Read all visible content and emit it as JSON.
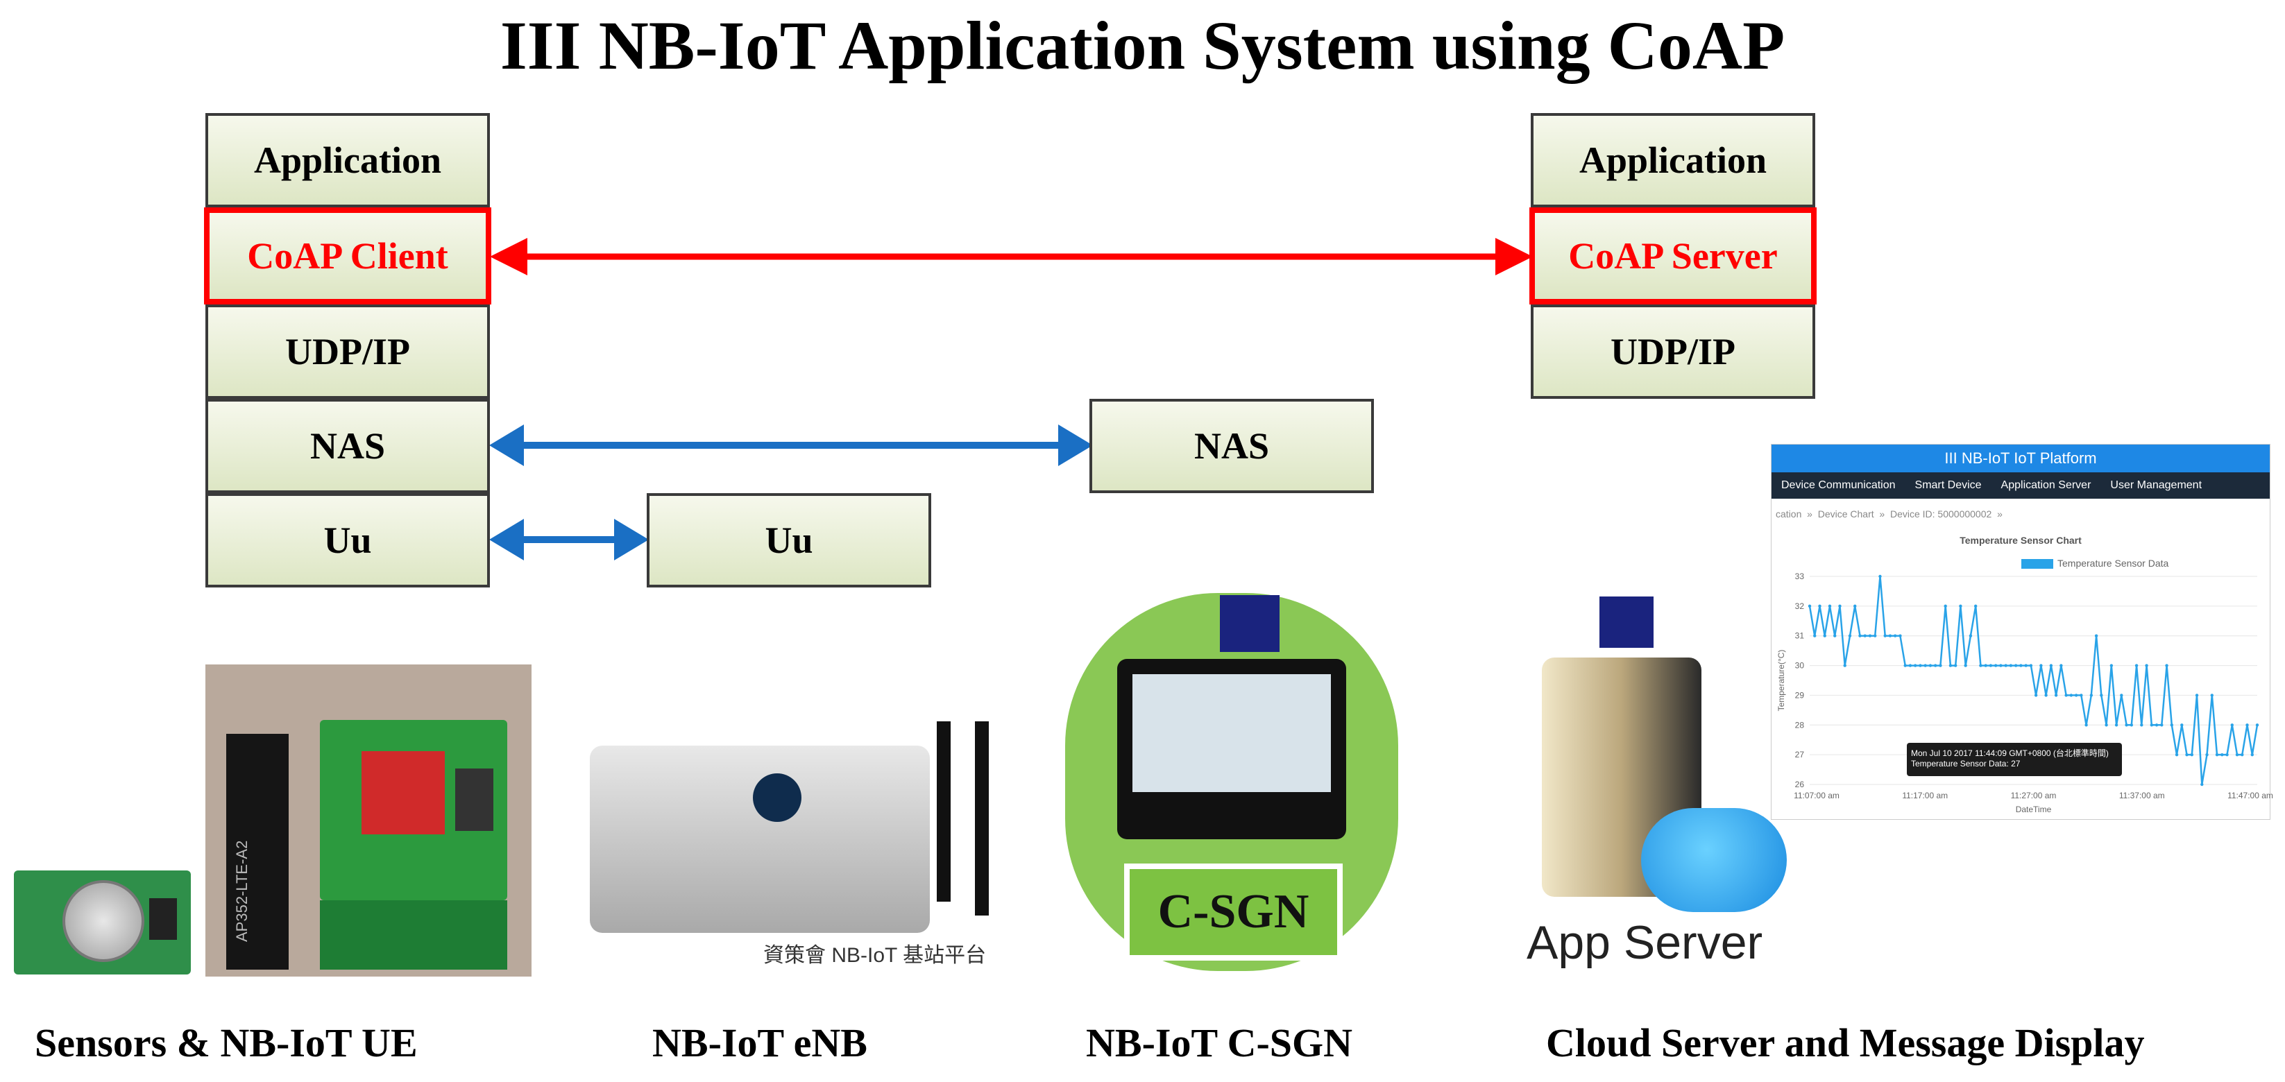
{
  "title": "III NB-IoT Application System using CoAP",
  "ue_stack": {
    "application": "Application",
    "coap": "CoAP Client",
    "udp": "UDP/IP",
    "nas": "NAS",
    "uu": "Uu"
  },
  "server_stack": {
    "application": "Application",
    "coap": "CoAP Server",
    "udp": "UDP/IP"
  },
  "enb_stack": {
    "uu": "Uu"
  },
  "csgn_stack": {
    "nas": "NAS"
  },
  "device_labels": {
    "sensor_board": "AP352-LTE-A2",
    "enb_caption": "資策會 NB-IoT 基站平台",
    "csgn_screen": "C-SGN",
    "app_server": "App Server"
  },
  "captions": {
    "ue": "Sensors & NB-IoT UE",
    "enb": "NB-IoT eNB",
    "csgn": "NB-IoT C-SGN",
    "cloud": "Cloud Server and Message Display"
  },
  "platform": {
    "title": "III NB-IoT IoT Platform",
    "nav": [
      "Device Communication",
      "Smart Device",
      "Application Server",
      "User Management"
    ],
    "breadcrumb": "cation  »  Device Chart  »  Device ID: 5000000002  »",
    "chart_title": "Temperature Sensor Chart",
    "legend": "Temperature Sensor Data",
    "tooltip_time": "Mon Jul 10 2017 11:44:09 GMT+0800 (台北標準時間)",
    "tooltip_value": "Temperature Sensor Data: 27",
    "xlabel": "DateTime",
    "ylabel": "Temperature(°C)"
  },
  "colors": {
    "red": "#ff0000",
    "blue": "#1a6fc4",
    "green": "#7dc242",
    "navy": "#1a237e"
  },
  "chart_data": {
    "type": "line",
    "title": "Temperature Sensor Chart",
    "xlabel": "DateTime",
    "ylabel": "Temperature(°C)",
    "ylim": [
      26,
      33
    ],
    "yticks": [
      "26",
      "27",
      "28",
      "29",
      "30",
      "31",
      "32",
      "33"
    ],
    "xticks": [
      "11:07:00 am",
      "11:17:00 am",
      "11:27:00 am",
      "11:37:00 am",
      "11:47:00 am"
    ],
    "x": [
      0,
      1,
      2,
      3,
      4,
      5,
      6,
      7,
      8,
      9,
      10,
      11,
      12,
      13,
      14,
      15,
      16,
      17,
      18,
      19,
      20,
      21,
      22,
      23,
      24,
      25,
      26,
      27,
      28,
      29,
      30,
      31,
      32,
      33,
      34,
      35,
      36,
      37,
      38,
      39,
      40,
      41,
      42,
      43,
      44,
      45,
      46,
      47,
      48,
      49,
      50,
      51,
      52,
      53,
      54,
      55,
      56,
      57,
      58,
      59,
      60,
      61,
      62,
      63,
      64,
      65,
      66,
      67,
      68,
      69,
      70,
      71,
      72,
      73,
      74,
      75,
      76,
      77,
      78,
      79,
      80,
      81,
      82,
      83,
      84,
      85,
      86,
      87,
      88,
      89
    ],
    "series": [
      {
        "name": "Temperature Sensor Data",
        "values": [
          32,
          31,
          32,
          31,
          32,
          31,
          32,
          30,
          31,
          32,
          31,
          31,
          31,
          31,
          33,
          31,
          31,
          31,
          31,
          30,
          30,
          30,
          30,
          30,
          30,
          30,
          30,
          32,
          30,
          30,
          32,
          30,
          31,
          32,
          30,
          30,
          30,
          30,
          30,
          30,
          30,
          30,
          30,
          30,
          30,
          29,
          30,
          29,
          30,
          29,
          30,
          29,
          29,
          29,
          29,
          28,
          29,
          31,
          29,
          28,
          30,
          28,
          29,
          28,
          28,
          30,
          28,
          30,
          28,
          28,
          28,
          30,
          28,
          27,
          28,
          27,
          27,
          29,
          26,
          27,
          29,
          27,
          27,
          27,
          28,
          27,
          27,
          28,
          27,
          28
        ]
      }
    ]
  }
}
